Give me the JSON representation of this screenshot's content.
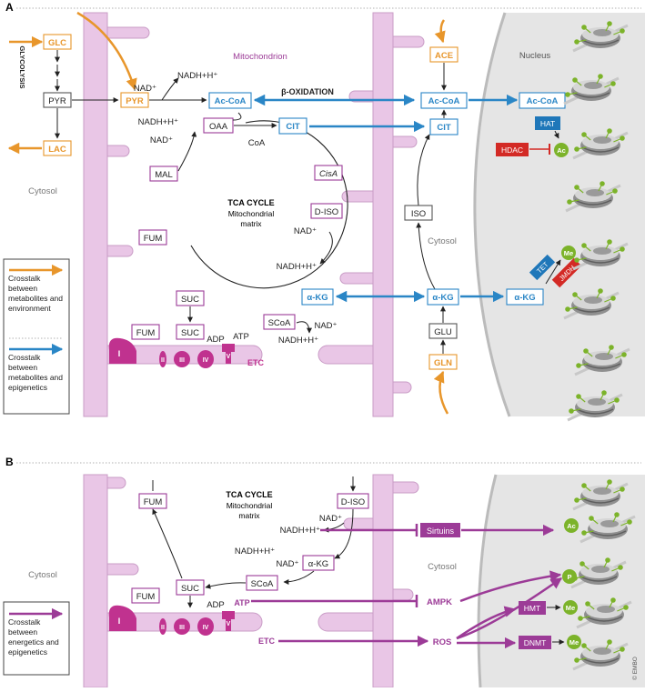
{
  "panel_a": {
    "letter": "A",
    "mito_label": "Mitochondrion",
    "nucleus_label": "Nucleus",
    "cytosol_left": "Cytosol",
    "cytosol_right": "Cytosol",
    "glycolysis": "GLYCOLYSIS",
    "beta_ox": "β-OXIDATION",
    "tca_title": "TCA CYCLE",
    "tca_sub1": "Mitochondrial",
    "tca_sub2": "matrix",
    "etc_label": "ETC",
    "metabolites": {
      "glc": "GLC",
      "pyr_c": "PYR",
      "lac": "LAC",
      "pyr_m": "PYR",
      "accoa_m": "Ac-CoA",
      "oaa": "OAA",
      "cit_m": "CIT",
      "coa": "CoA",
      "cisa": "CisA",
      "disco": "D-ISO",
      "akg_m": "α-KG",
      "scoa": "SCoA",
      "suc1": "SUC",
      "suc2": "SUC",
      "fum1": "FUM",
      "fum2": "FUM",
      "mal": "MAL",
      "ace": "ACE",
      "accoa_c": "Ac-CoA",
      "cit_c": "CIT",
      "iso": "ISO",
      "akg_c": "α-KG",
      "glu": "GLU",
      "gln": "GLN",
      "accoa_n": "Ac-CoA",
      "akg_n": "α-KG"
    },
    "cofactors": {
      "nadh1": "NADH+H⁺",
      "nad1": "NAD⁺",
      "nadh2": "NADH+H⁺",
      "nad2": "NAD⁺",
      "nad3": "NAD⁺",
      "nadh3": "NADH+H⁺",
      "nad4": "NAD⁺",
      "nadh4": "NADH+H⁺",
      "adp": "ADP",
      "atp": "ATP"
    },
    "complexes": [
      "I",
      "II",
      "III",
      "IV",
      "V"
    ],
    "enzymes": {
      "hat": "HAT",
      "hdac": "HDAC",
      "tet": "TET",
      "jmdh": "JMDH"
    },
    "marks": {
      "ac": "Ac",
      "me": "Me"
    },
    "legend": {
      "orange": "Crosstalk between metabolites and environment",
      "blue": "Crosstalk between metabolites and epigenetics"
    }
  },
  "panel_b": {
    "letter": "B",
    "tca_title": "TCA CYCLE",
    "tca_sub1": "Mitochondrial",
    "tca_sub2": "matrix",
    "cytosol_left": "Cytosol",
    "cytosol_right": "Cytosol",
    "metabolites": {
      "fum1": "FUM",
      "disco": "D-ISO",
      "suc1": "SUC",
      "akg": "α-KG",
      "scoa": "SCoA",
      "fum2": "FUM",
      "suc2": "SUC"
    },
    "cofactors": {
      "nad1": "NAD⁺",
      "nadh1": "NADH+H⁺",
      "nadh2": "NADH+H⁺",
      "nad2": "NAD⁺",
      "adp": "ADP",
      "atp": "ATP"
    },
    "complexes": [
      "I",
      "II",
      "III",
      "IV",
      "V"
    ],
    "etc_label": "ETC",
    "effectors": {
      "sirtuins": "Sirtuins",
      "ampk": "AMPK",
      "ros": "ROS",
      "hmt": "HMT",
      "dnmt": "DNMT"
    },
    "marks": {
      "ac": "Ac",
      "p": "P",
      "me1": "Me",
      "me2": "Me"
    },
    "legend": {
      "purple": "Crosstalk between energetics and epigenetics"
    },
    "credit": "© EMBO"
  },
  "colors": {
    "orange": "#e8962b",
    "blue": "#2a86c6",
    "purple": "#9c3b97",
    "mito": "#e9c6e6",
    "magenta": "#c0328f",
    "red": "#d32a25",
    "green": "#7cb32a",
    "navy": "#1f77b9"
  }
}
